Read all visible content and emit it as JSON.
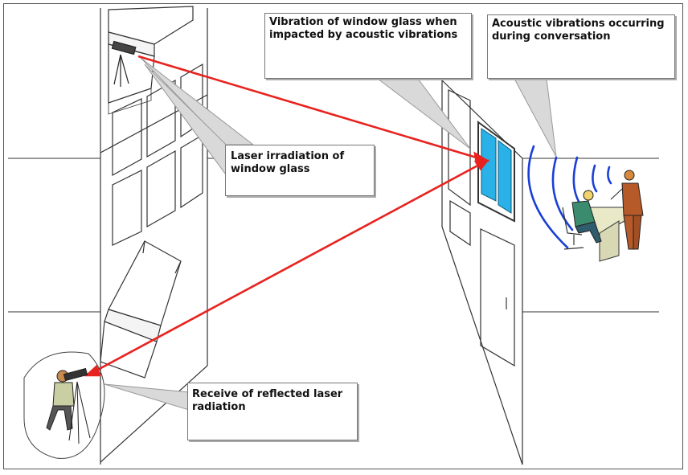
{
  "callouts": {
    "glass_vibration": "Vibration of window glass when\nimpacted by acoustic vibrations",
    "acoustic": "Acoustic vibrations occurring\nduring conversation",
    "laser_irradiation": "Laser irradiation of\nwindow glass",
    "receive": "Receive of reflected laser\nradiation"
  },
  "colors": {
    "laser": "#e8231f",
    "sound_waves": "#1a3fd6",
    "window_glass": "#2ab2e8",
    "line_art": "#333333",
    "pointer": "#999999"
  },
  "icons": [
    "laser-device-icon",
    "observer-person-icon",
    "seated-person-icon",
    "standing-person-icon",
    "office-chair-icon",
    "desk-icon"
  ]
}
